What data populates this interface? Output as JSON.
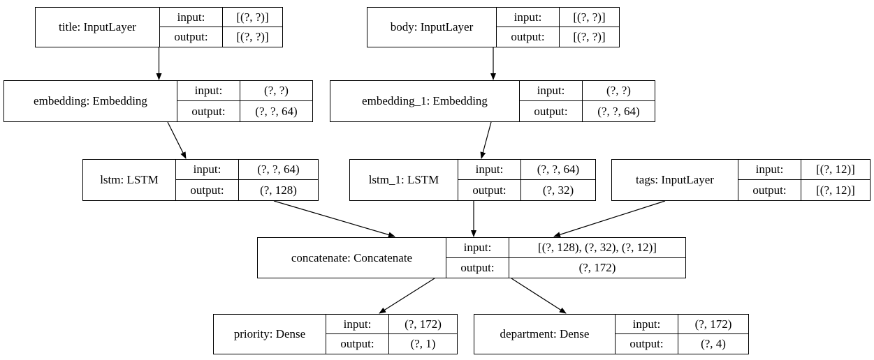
{
  "diagram": {
    "type": "keras-model-architecture-graph",
    "background_color": "#ffffff",
    "border_color": "#000000",
    "text_color": "#000000"
  },
  "labels": {
    "input": "input:",
    "output": "output:"
  },
  "nodes": [
    {
      "id": "title",
      "name": "title: InputLayer",
      "input_shape": "[(?, ?)]",
      "output_shape": "[(?, ?)]"
    },
    {
      "id": "body",
      "name": "body: InputLayer",
      "input_shape": "[(?, ?)]",
      "output_shape": "[(?, ?)]"
    },
    {
      "id": "embedding",
      "name": "embedding: Embedding",
      "input_shape": "(?, ?)",
      "output_shape": "(?, ?, 64)"
    },
    {
      "id": "embedding_1",
      "name": "embedding_1: Embedding",
      "input_shape": "(?, ?)",
      "output_shape": "(?, ?, 64)"
    },
    {
      "id": "lstm",
      "name": "lstm: LSTM",
      "input_shape": "(?, ?, 64)",
      "output_shape": "(?, 128)"
    },
    {
      "id": "lstm_1",
      "name": "lstm_1: LSTM",
      "input_shape": "(?, ?, 64)",
      "output_shape": "(?, 32)"
    },
    {
      "id": "tags",
      "name": "tags: InputLayer",
      "input_shape": "[(?, 12)]",
      "output_shape": "[(?, 12)]"
    },
    {
      "id": "concatenate",
      "name": "concatenate: Concatenate",
      "input_shape": "[(?, 128), (?, 32), (?, 12)]",
      "output_shape": "(?, 172)"
    },
    {
      "id": "priority",
      "name": "priority: Dense",
      "input_shape": "(?, 172)",
      "output_shape": "(?, 1)"
    },
    {
      "id": "department",
      "name": "department: Dense",
      "input_shape": "(?, 172)",
      "output_shape": "(?, 4)"
    }
  ],
  "edges": [
    {
      "from": "title",
      "to": "embedding"
    },
    {
      "from": "body",
      "to": "embedding_1"
    },
    {
      "from": "embedding",
      "to": "lstm"
    },
    {
      "from": "embedding_1",
      "to": "lstm_1"
    },
    {
      "from": "lstm",
      "to": "concatenate"
    },
    {
      "from": "lstm_1",
      "to": "concatenate"
    },
    {
      "from": "tags",
      "to": "concatenate"
    },
    {
      "from": "concatenate",
      "to": "priority"
    },
    {
      "from": "concatenate",
      "to": "department"
    }
  ]
}
